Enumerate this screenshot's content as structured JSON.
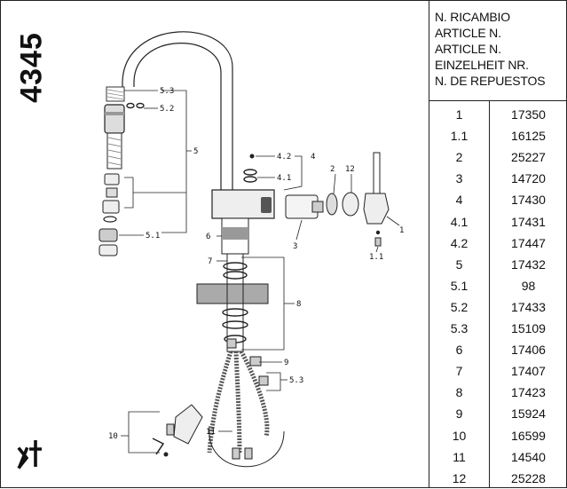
{
  "model_number": "4345",
  "header_lines": [
    "N. RICAMBIO",
    "ARTICLE N.",
    "ARTICLE N.",
    "EINZELHEIT NR.",
    "N. DE REPUESTOS"
  ],
  "parts": [
    {
      "ref": "1",
      "article": "17350"
    },
    {
      "ref": "1.1",
      "article": "16125"
    },
    {
      "ref": "2",
      "article": "25227"
    },
    {
      "ref": "3",
      "article": "14720"
    },
    {
      "ref": "4",
      "article": "17430"
    },
    {
      "ref": "4.1",
      "article": "17431"
    },
    {
      "ref": "4.2",
      "article": "17447"
    },
    {
      "ref": "5",
      "article": "17432"
    },
    {
      "ref": "5.1",
      "article": "98"
    },
    {
      "ref": "5.2",
      "article": "17433"
    },
    {
      "ref": "5.3",
      "article": "15109"
    },
    {
      "ref": "6",
      "article": "17406"
    },
    {
      "ref": "7",
      "article": "17407"
    },
    {
      "ref": "8",
      "article": "17423"
    },
    {
      "ref": "9",
      "article": "15924"
    },
    {
      "ref": "10",
      "article": "16599"
    },
    {
      "ref": "11",
      "article": "14540"
    },
    {
      "ref": "12",
      "article": "25228"
    }
  ],
  "callouts": {
    "c53a": "5.3",
    "c52": "5.2",
    "c5": "5",
    "c51": "5.1",
    "c6": "6",
    "c7": "7",
    "c42": "4.2",
    "c4": "4",
    "c41": "4.1",
    "c2": "2",
    "c12": "12",
    "c3": "3",
    "c1": "1",
    "c11": "1.1",
    "c8": "8",
    "c9": "9",
    "c53b": "5.3",
    "c10": "10",
    "c11b": "11"
  }
}
